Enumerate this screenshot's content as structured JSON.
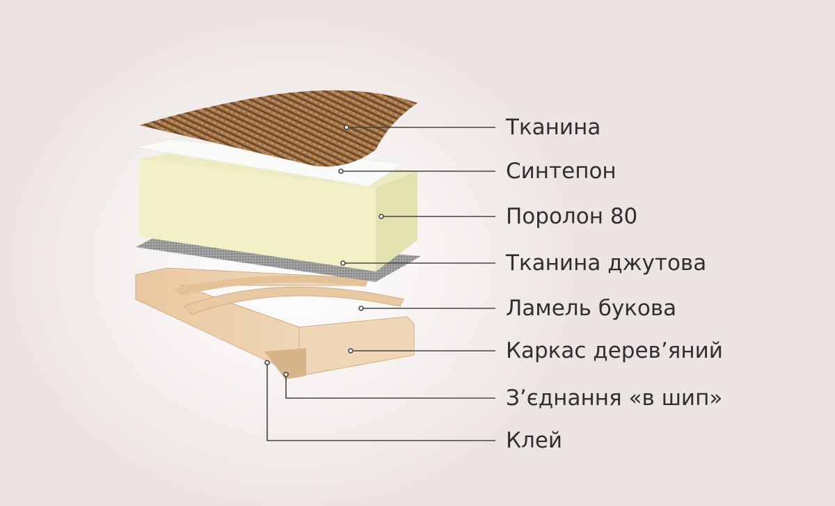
{
  "labels": [
    "Тканина",
    "Синтепон",
    "Поролон 80",
    "Тканина джутова",
    "Ламель букова",
    "Каркас дерев’яний",
    "З’єднання «в шип»",
    "Клей"
  ],
  "colors": {
    "background": "#ece4e2",
    "text": "#2f2f2f",
    "leader": "#444444",
    "fabric": "#a6784a",
    "padding": "#f7f7f5",
    "foam": "#eeedc0",
    "jute": "#9a9a9a",
    "wood": "#e6c39a"
  }
}
